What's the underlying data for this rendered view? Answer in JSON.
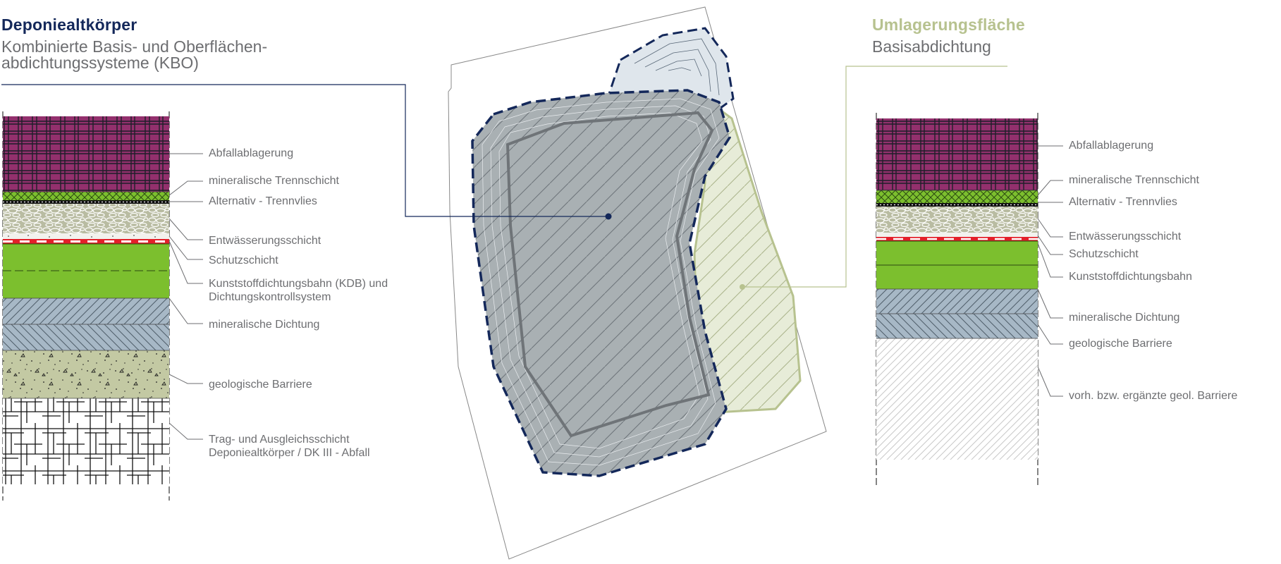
{
  "left": {
    "title": "Deponiealtkörper",
    "subtitle_line1": "Kombinierte Basis- und Oberflächen-",
    "subtitle_line2": "abdichtungssysteme (KBO)",
    "labels": [
      "Abfallablagerung",
      "mineralische Trennschicht",
      "Alternativ - Trennvlies",
      "Entwässerungsschicht",
      "Schutzschicht",
      "Kunststoffdichtungsbahn (KDB) und",
      "Dichtungskontrollsystem",
      "mineralische Dichtung",
      "geologische Barriere",
      "Trag- und Ausgleichsschicht",
      "Deponiealtkörper / DK III - Abfall"
    ]
  },
  "right": {
    "title": "Umlagerungsfläche",
    "subtitle": "Basisabdichtung",
    "labels": [
      "Abfallablagerung",
      "mineralische Trennschicht",
      "Alternativ - Trennvlies",
      "Entwässerungsschicht",
      "Schutzschicht",
      "Kunststoffdichtungsbahn",
      "mineralische Dichtung",
      "geologische Barriere",
      "vorh. bzw. ergänzte geol. Barriere"
    ]
  },
  "colors": {
    "navy": "#14285a",
    "olive": "#b7c28f",
    "waste_purple": "#93306d",
    "green": "#7cbf2e",
    "gravel": "#b9bca2",
    "blue_gray": "#a7b8c6",
    "red": "#e3202a",
    "soil": "#c3c9a3",
    "map_gray": "#a9b0b3",
    "map_light": "#e7ecd8"
  }
}
